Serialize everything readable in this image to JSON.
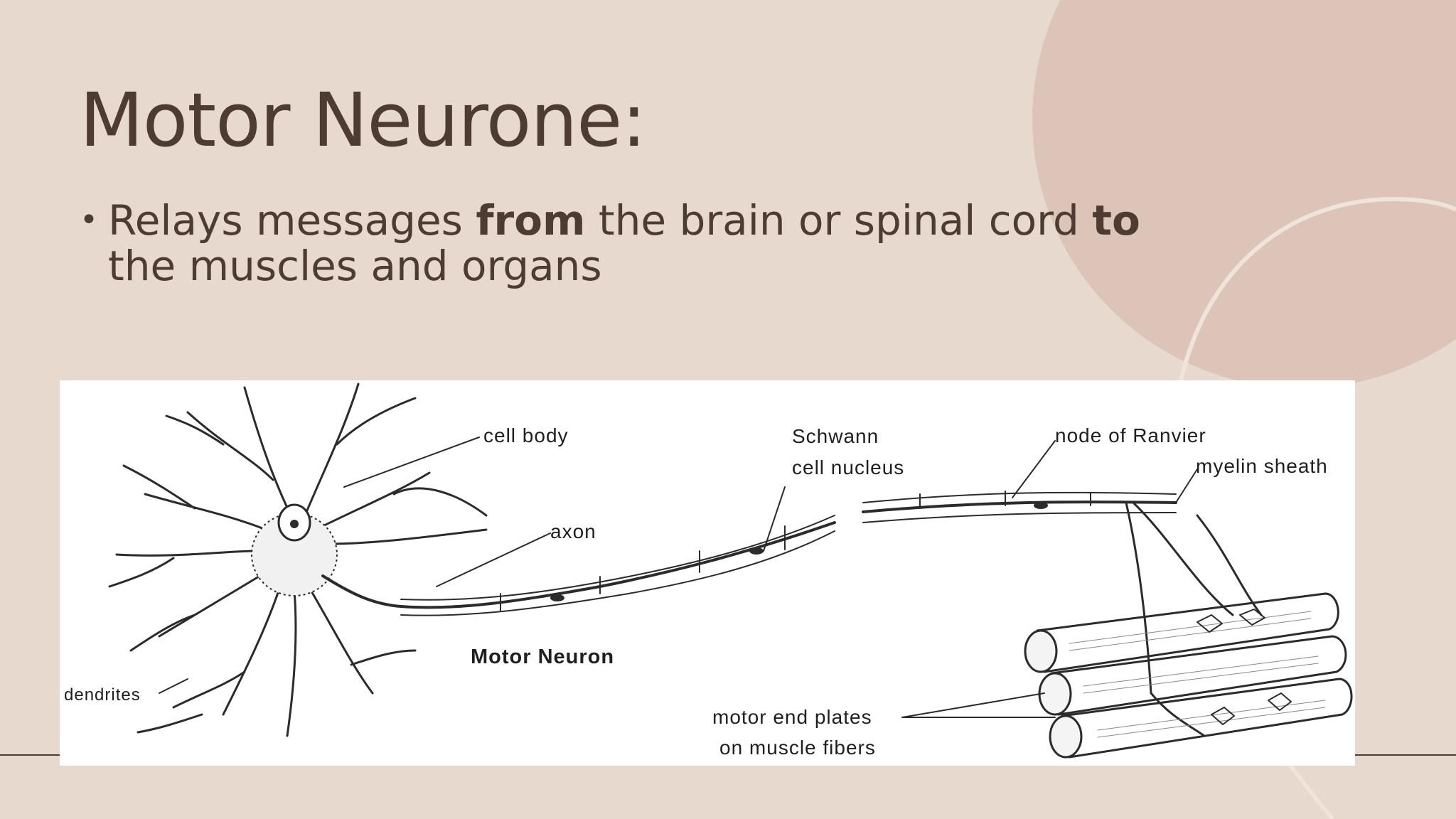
{
  "slide": {
    "title": "Motor Neurone:",
    "bullet": {
      "part1": "Relays messages ",
      "bold1": "from",
      "part2": " the brain or spinal cord ",
      "bold2": "to",
      "part3": " the muscles and organs"
    }
  },
  "diagram": {
    "caption": "Motor Neuron",
    "labels": {
      "cell_body": "cell body",
      "axon": "axon",
      "schwann_line1": "Schwann",
      "schwann_line2": "cell nucleus",
      "node_of_ranvier": "node of Ranvier",
      "myelin_sheath": "myelin sheath",
      "dendrites": "dendrites",
      "motor_end_line1": "motor end plates",
      "motor_end_line2": "on muscle fibers"
    }
  },
  "colors": {
    "background": "#e7d9cd",
    "decor_circle": "#dcc4b8",
    "text": "#4e3c32"
  }
}
